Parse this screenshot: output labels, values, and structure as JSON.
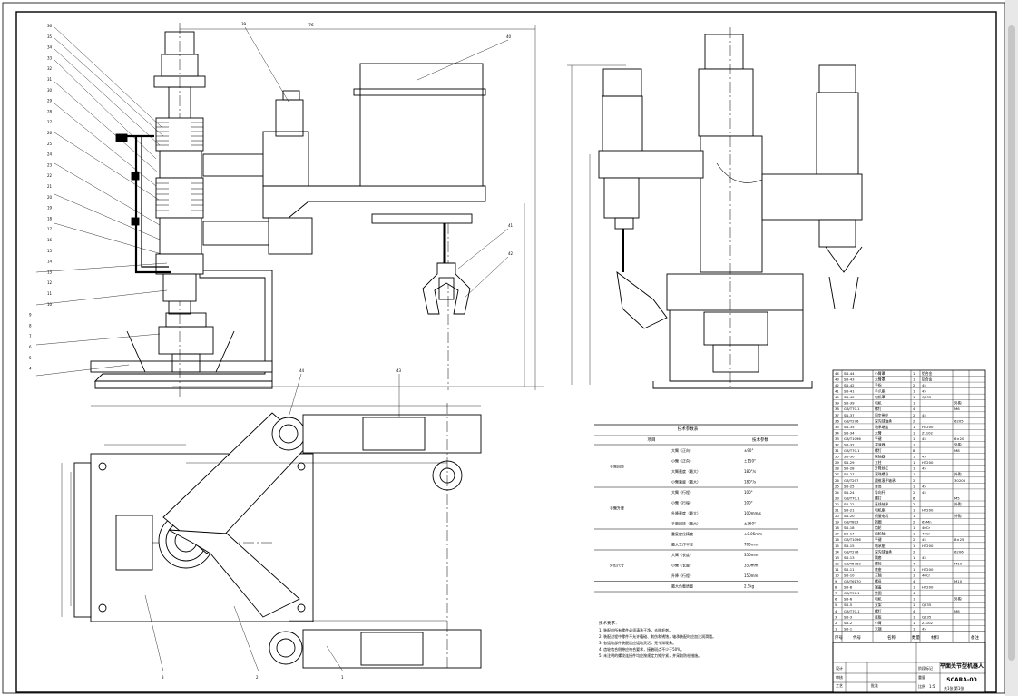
{
  "drawing": {
    "top_dimension": "76",
    "callout_labels_left": [
      "36",
      "35",
      "34",
      "33",
      "32",
      "31",
      "30",
      "29",
      "28",
      "27",
      "26",
      "25",
      "24",
      "23",
      "22",
      "21",
      "20",
      "19",
      "18",
      "17",
      "16",
      "15",
      "14",
      "13",
      "12",
      "11",
      "10",
      "9",
      "8",
      "7",
      "6",
      "5",
      "4"
    ],
    "callout_labels_top": [
      "39",
      "40"
    ],
    "callout_labels_gripper": [
      "41",
      "42"
    ],
    "plan_callouts": [
      "43",
      "44",
      "3",
      "2",
      "1"
    ],
    "param_table": {
      "title": "技术参数表",
      "col_headers": [
        "项目",
        "技术参数"
      ],
      "groups": [
        {
          "name": "手臂回转",
          "rows": [
            [
              "大臂（正向）",
              "±90°"
            ],
            [
              "小臂（正向）",
              "±150°"
            ],
            [
              "大臂速度（最大）",
              "180°/s"
            ],
            [
              "小臂速度（最大）",
              "180°/s"
            ]
          ]
        },
        {
          "name": "手臂升降",
          "rows": [
            [
              "大臂（行程）",
              "100°"
            ],
            [
              "小臂（行程）",
              "100°"
            ],
            [
              "升降速度（最大）",
              "100mm/s"
            ],
            [
              "手腕回转（最大）",
              "±360°"
            ]
          ]
        },
        {
          "name": "",
          "rows": [
            [
              "重复定位精度",
              "±0.05mm"
            ],
            [
              "最大工作半径",
              "700mm"
            ]
          ]
        },
        {
          "name": "外形尺寸",
          "rows": [
            [
              "大臂（长度）",
              "350mm"
            ],
            [
              "小臂（长度）",
              "350mm"
            ],
            [
              "升降（行程）",
              "150mm"
            ]
          ]
        },
        {
          "name": "",
          "rows": [
            [
              "最大负载质量",
              "2.5kg"
            ]
          ]
        }
      ]
    },
    "notes": {
      "title": "技术要求：",
      "lines": [
        "1. 装配前所有零件必须清洗干净，去除毛刺。",
        "2. 装配过程中零件不允许磕碰、划伤和锈蚀，轴承装配时应加注润滑脂。",
        "3. 各运动部件装配后应运动灵活，无卡滞现象。",
        "4. 齿轮啮合侧隙应符合要求，接触斑点不少于50%。",
        "5. 未注明的螺纹连接件均应按规定力矩拧紧，并采取防松措施。"
      ]
    },
    "title_block": {
      "product_name": "平面关节型机器人",
      "drawing_number": "SCARA-00",
      "scale_label": "比例",
      "scale": "1:5",
      "sheet_label": "共1张 第1张",
      "stage_labels": [
        "阶段标记",
        "重量",
        "比例"
      ],
      "sign_rows": [
        "设计",
        "审核",
        "工艺",
        "批准"
      ],
      "header_cols": [
        "序号",
        "代号",
        "名称",
        "数量",
        "材料",
        "备注"
      ]
    },
    "bom_rows": [
      [
        "44",
        "SD-44",
        "小臂罩",
        "1",
        "铝合金",
        ""
      ],
      [
        "43",
        "SD-43",
        "大臂罩",
        "1",
        "铝合金",
        ""
      ],
      [
        "42",
        "SD-42",
        "手指",
        "2",
        "45",
        ""
      ],
      [
        "41",
        "SD-41",
        "手爪座",
        "1",
        "45",
        ""
      ],
      [
        "40",
        "SD-40",
        "电机罩",
        "1",
        "Q235",
        ""
      ],
      [
        "39",
        "SD-39",
        "电机",
        "1",
        "",
        "外购"
      ],
      [
        "38",
        "GB/T70.1",
        "螺钉",
        "4",
        "",
        "M6"
      ],
      [
        "37",
        "SD-37",
        "同步带轮",
        "2",
        "45",
        ""
      ],
      [
        "36",
        "GB/T276",
        "深沟球轴承",
        "2",
        "",
        "6205"
      ],
      [
        "35",
        "SD-35",
        "轴承端盖",
        "1",
        "HT200",
        ""
      ],
      [
        "34",
        "SD-34",
        "大臂",
        "1",
        "ZL102",
        ""
      ],
      [
        "33",
        "GB/T1096",
        "平键",
        "1",
        "45",
        "6×20"
      ],
      [
        "32",
        "SD-32",
        "减速器",
        "1",
        "",
        "外购"
      ],
      [
        "31",
        "GB/T70.1",
        "螺钉",
        "8",
        "",
        "M8"
      ],
      [
        "30",
        "SD-30",
        "联轴器",
        "1",
        "45",
        ""
      ],
      [
        "29",
        "SD-29",
        "立柱",
        "1",
        "HT200",
        ""
      ],
      [
        "28",
        "SD-28",
        "升降丝杠",
        "1",
        "45",
        ""
      ],
      [
        "27",
        "SD-27",
        "滚珠螺母",
        "1",
        "",
        "外购"
      ],
      [
        "26",
        "GB/T297",
        "圆锥滚子轴承",
        "2",
        "",
        "30206"
      ],
      [
        "25",
        "SD-25",
        "套筒",
        "1",
        "45",
        ""
      ],
      [
        "24",
        "SD-24",
        "导向杆",
        "2",
        "45",
        ""
      ],
      [
        "23",
        "GB/T70.1",
        "螺钉",
        "6",
        "",
        "M5"
      ],
      [
        "22",
        "SD-22",
        "直线轴承",
        "2",
        "",
        "外购"
      ],
      [
        "21",
        "SD-21",
        "电机座",
        "1",
        "HT200",
        ""
      ],
      [
        "20",
        "SD-20",
        "伺服电机",
        "1",
        "",
        "外购"
      ],
      [
        "19",
        "GB/T893",
        "挡圈",
        "2",
        "65Mn",
        ""
      ],
      [
        "18",
        "SD-18",
        "齿轮",
        "1",
        "40Cr",
        ""
      ],
      [
        "17",
        "SD-17",
        "齿轮轴",
        "1",
        "40Cr",
        ""
      ],
      [
        "16",
        "GB/T1096",
        "平键",
        "2",
        "45",
        "8×25"
      ],
      [
        "15",
        "SD-15",
        "轴承座",
        "1",
        "HT200",
        ""
      ],
      [
        "14",
        "GB/T276",
        "深沟球轴承",
        "2",
        "",
        "6206"
      ],
      [
        "13",
        "SD-13",
        "隔套",
        "1",
        "45",
        ""
      ],
      [
        "12",
        "GB/T5783",
        "螺栓",
        "4",
        "",
        "M10"
      ],
      [
        "11",
        "SD-11",
        "底座",
        "1",
        "HT200",
        ""
      ],
      [
        "10",
        "SD-10",
        "主轴",
        "1",
        "40Cr",
        ""
      ],
      [
        "9",
        "GB/T6170",
        "螺母",
        "4",
        "",
        "M10"
      ],
      [
        "8",
        "SD-8",
        "端盖",
        "1",
        "HT200",
        ""
      ],
      [
        "7",
        "GB/T97.1",
        "垫圈",
        "4",
        "",
        ""
      ],
      [
        "6",
        "SD-6",
        "电机",
        "1",
        "",
        "外购"
      ],
      [
        "5",
        "SD-5",
        "支架",
        "1",
        "Q235",
        ""
      ],
      [
        "4",
        "GB/T70.1",
        "螺钉",
        "4",
        "",
        "M8"
      ],
      [
        "3",
        "SD-3",
        "底板",
        "1",
        "Q235",
        ""
      ],
      [
        "2",
        "SD-2",
        "小臂",
        "1",
        "ZL102",
        ""
      ],
      [
        "1",
        "SD-1",
        "末端",
        "1",
        "45",
        ""
      ]
    ]
  }
}
